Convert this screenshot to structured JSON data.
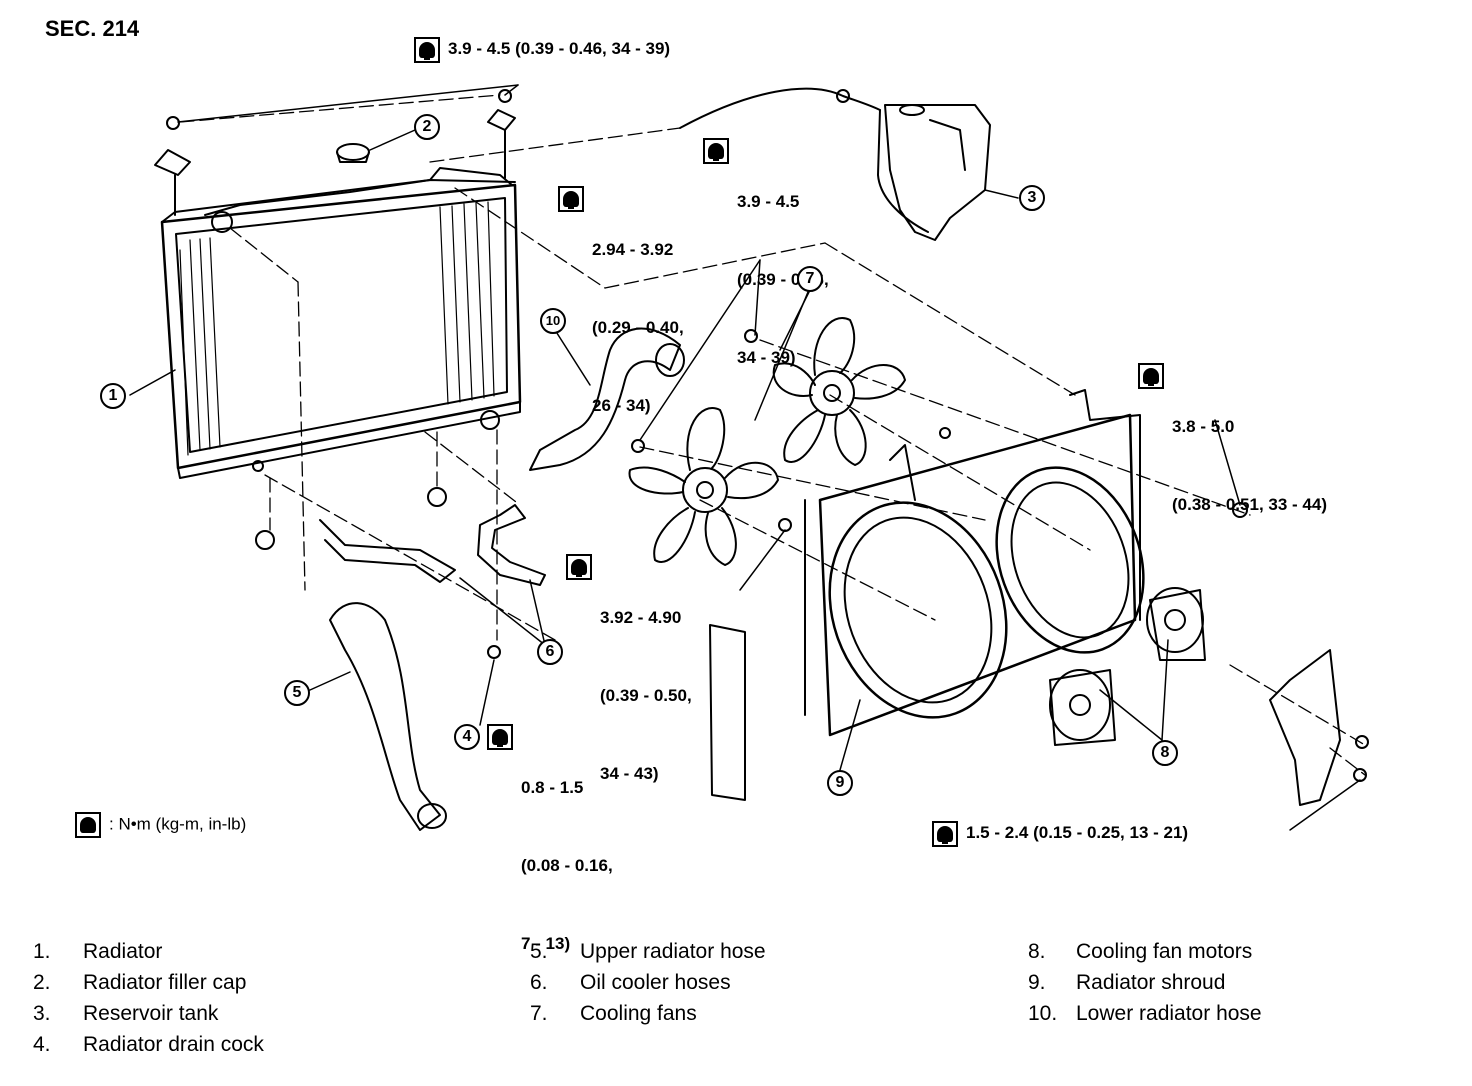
{
  "section": "SEC. 214",
  "torque_specs": [
    {
      "id": "spec-top",
      "lines": [
        "3.9 - 4.5 (0.39 - 0.46, 34 - 39)"
      ]
    },
    {
      "id": "spec-reservoir",
      "lines": [
        "3.9 - 4.5",
        "(0.39 - 0.46,",
        "34 - 39)"
      ]
    },
    {
      "id": "spec-fan-bracket",
      "lines": [
        "2.94 - 3.92",
        "(0.29 - 0.40,",
        "26 - 34)"
      ]
    },
    {
      "id": "spec-shroud-bolt",
      "lines": [
        "3.8 - 5.0",
        "(0.38 - 0.51, 33 - 44)"
      ]
    },
    {
      "id": "spec-fan-nut",
      "lines": [
        "3.92 - 4.90",
        "(0.39 - 0.50,",
        "34 - 43)"
      ]
    },
    {
      "id": "spec-drain-cock",
      "lines": [
        "0.8 - 1.5",
        "(0.08 - 0.16,",
        "7 - 13)"
      ]
    },
    {
      "id": "spec-motor",
      "lines": [
        "1.5 - 2.4 (0.15 - 0.25, 13 - 21)"
      ]
    }
  ],
  "torque_legend": ": N•m (kg-m, in-lb)",
  "callouts": [
    "1",
    "2",
    "3",
    "4",
    "5",
    "6",
    "7",
    "8",
    "9",
    "10"
  ],
  "parts": [
    {
      "num": "1.",
      "label": "Radiator"
    },
    {
      "num": "2.",
      "label": "Radiator filler cap"
    },
    {
      "num": "3.",
      "label": "Reservoir tank"
    },
    {
      "num": "4.",
      "label": "Radiator drain cock"
    },
    {
      "num": "5.",
      "label": "Upper radiator hose"
    },
    {
      "num": "6.",
      "label": "Oil cooler hoses"
    },
    {
      "num": "7.",
      "label": "Cooling fans"
    },
    {
      "num": "8.",
      "label": "Cooling fan motors"
    },
    {
      "num": "9.",
      "label": "Radiator shroud"
    },
    {
      "num": "10.",
      "label": "Lower radiator hose"
    }
  ]
}
